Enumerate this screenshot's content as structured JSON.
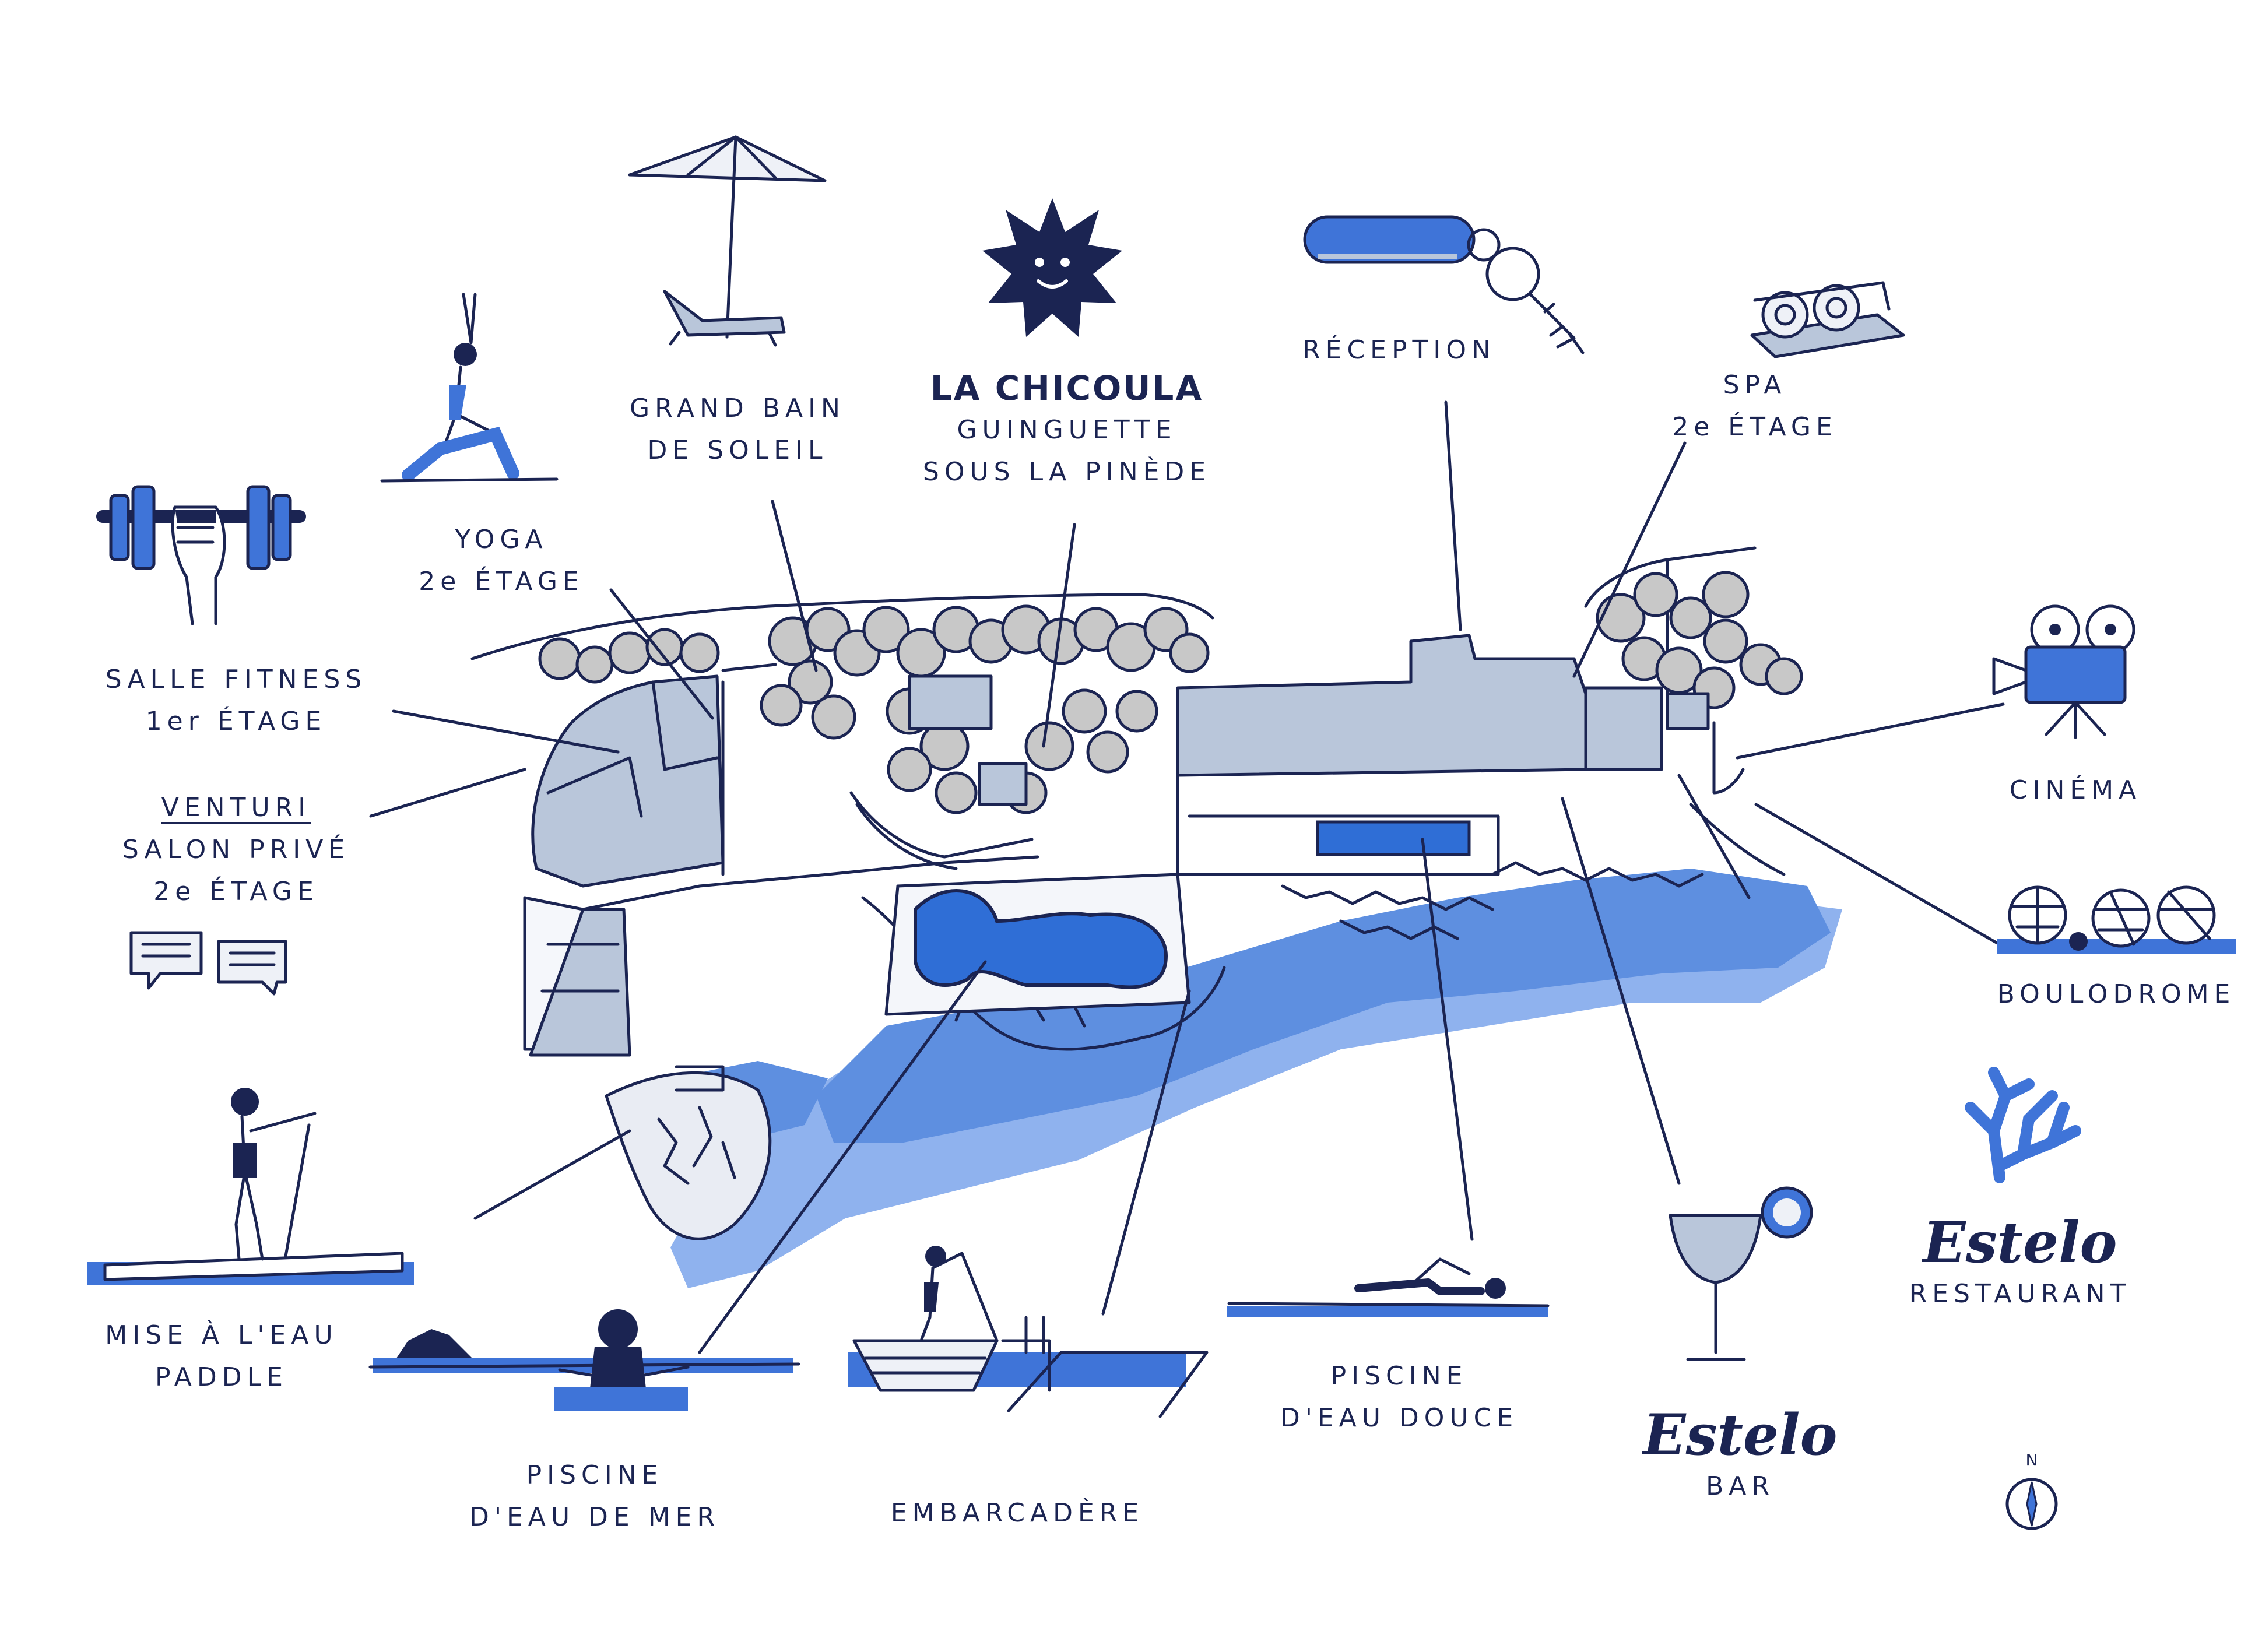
{
  "labels": {
    "grand_bain": [
      "GRAND BAIN",
      "DE SOLEIL"
    ],
    "yoga": [
      "YOGA",
      "2e ÉTAGE"
    ],
    "fitness": [
      "SALLE FITNESS",
      "1er ÉTAGE"
    ],
    "venturi": {
      "name": "VENTURI",
      "lines": [
        "SALON PRIVÉ",
        "2e ÉTAGE"
      ]
    },
    "chicoula": {
      "name": "LA CHICOULA",
      "lines": [
        "GUINGUETTE",
        "SOUS LA PINÈDE"
      ]
    },
    "reception": "RÉCEPTION",
    "spa": [
      "SPA",
      "2e ÉTAGE"
    ],
    "cinema": "CINÉMA",
    "boulodrome": "BOULODROME",
    "restaurant": {
      "name": "Estelo",
      "sub": "RESTAURANT"
    },
    "bar": {
      "name": "Estelo",
      "sub": "BAR"
    },
    "paddle": [
      "MISE À L'EAU",
      "PADDLE"
    ],
    "piscine_mer": [
      "PISCINE",
      "D'EAU DE MER"
    ],
    "embarcadere": "EMBARCADÈRE",
    "piscine_douce": [
      "PISCINE",
      "D'EAU DOUCE"
    ],
    "compass": "N"
  },
  "icons": [
    "parasol-icon",
    "sun-icon",
    "key-icon",
    "towels-icon",
    "yoga-icon",
    "dumbbell-icon",
    "chat-bubbles-icon",
    "projector-icon",
    "petanque-icon",
    "coral-icon",
    "cocktail-icon",
    "paddle-icon",
    "seawater-pool-icon",
    "boat-icon",
    "swimmer-icon",
    "compass-icon"
  ],
  "colors": {
    "ink": "#1b2452",
    "sea": "#5e8fe0",
    "pool": "#2f6ed6",
    "building": "#b9c6da",
    "tree": "#c8c8c8"
  }
}
